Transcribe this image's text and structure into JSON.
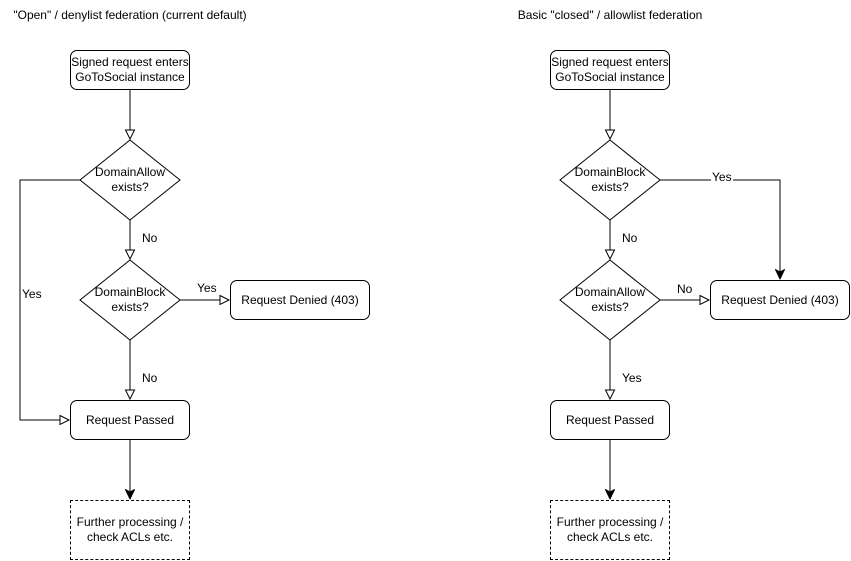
{
  "left_chart": {
    "title": "\"Open\" / denylist federation (current default)",
    "start": "Signed request enters\nGoToSocial instance",
    "decision1": "DomainAllow\nexists?",
    "decision2": "DomainBlock\nexists?",
    "denied": "Request Denied (403)",
    "passed": "Request Passed",
    "further": "Further processing /\ncheck ACLs etc.",
    "label_decision1_yes": "Yes",
    "label_decision1_no": "No",
    "label_decision2_yes": "Yes",
    "label_decision2_no": "No"
  },
  "right_chart": {
    "title": "Basic \"closed\" / allowlist federation",
    "start": "Signed request enters\nGoToSocial instance",
    "decision1": "DomainBlock\nexists?",
    "decision2": "DomainAllow\nexists?",
    "denied": "Request Denied (403)",
    "passed": "Request Passed",
    "further": "Further processing /\ncheck ACLs etc.",
    "label_decision1_yes": "Yes",
    "label_decision1_no": "No",
    "label_decision2_no": "No",
    "label_decision2_yes": "Yes"
  },
  "colors": {
    "stroke": "#000000",
    "fill": "#ffffff"
  }
}
